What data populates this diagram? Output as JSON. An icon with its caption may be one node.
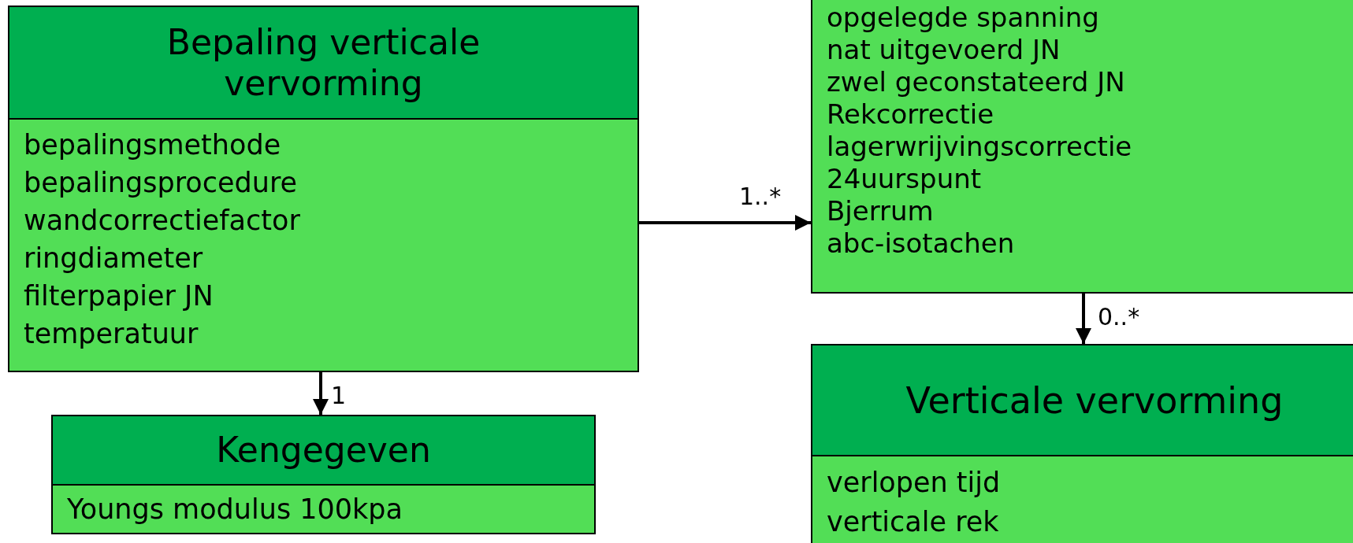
{
  "diagram": {
    "nodes": [
      {
        "text": [
          "Bepaling verticale vervorming",
          "bepalingsmethode",
          "bepalingsprocedure",
          "wandcorrectiefactor",
          "ringdiameter",
          "filterpapier JN",
          "temperatuur"
        ]
      },
      {
        "text": [
          "opgelegde spanning",
          "nat uitgevoerd JN",
          "zwel geconstateerd JN",
          "Rekcorrectie",
          "lagerwrijvingscorrectie",
          "24uurspunt",
          "Bjerrum",
          "abc-isotachen"
        ]
      },
      {
        "text": [
          "Kengegeven",
          "Youngs modulus 100kpa"
        ]
      },
      {
        "text": [
          "Verticale vervorming",
          "verlopen tijd",
          "verticale rek"
        ]
      }
    ],
    "edges": [
      {
        "from": 0,
        "to": 1,
        "arrow": "to",
        "label": "1..*"
      },
      {
        "from": 0,
        "to": 2,
        "arrow": "to",
        "label": "1"
      },
      {
        "from": 1,
        "to": 3,
        "arrow": "to",
        "label": "0..*"
      }
    ]
  }
}
